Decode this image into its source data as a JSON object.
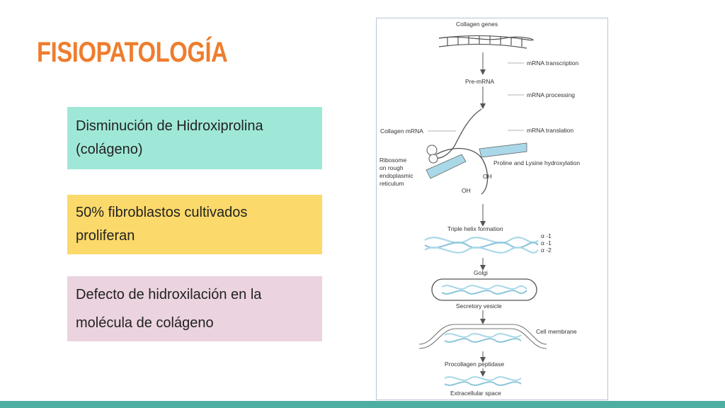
{
  "slide": {
    "title": "FISIOPATOLOGÍA",
    "title_color": "#ee7d2e",
    "bar_color": "#4faea2"
  },
  "cards": [
    {
      "line1": "Disminución de Hidroxiprolina",
      "line2": "(colágeno)",
      "color": "#9fe8d8"
    },
    {
      "line1": "50% fibroblastos cultivados",
      "line2": "proliferan",
      "color": "#fbd96a"
    },
    {
      "line1": "Defecto de hidroxilación en la",
      "line2": "molécula de colágeno",
      "color": "#ebd3df"
    }
  ],
  "diagram": {
    "labels": {
      "collagen_genes": "Collagen genes",
      "mrna_transcription": "mRNA transcription",
      "pre_mrna": "Pre-mRNA",
      "mrna_processing": "mRNA processing",
      "collagen_mrna": "Collagen mRNA",
      "mrna_translation": "mRNA translation",
      "ribosome_1": "Ribosome",
      "ribosome_2": "on rough",
      "ribosome_3": "endoplasmic",
      "ribosome_4": "reticulum",
      "hydroxylation": "Proline and Lysine hydroxylation",
      "oh_1": "OH",
      "oh_2": "OH",
      "triple_helix": "Triple helix formation",
      "alpha_1a": "α -1",
      "alpha_1b": "α -1",
      "alpha_2": "α -2",
      "golgi": "Golgi",
      "secretory_vesicle": "Secretory vesicle",
      "cell_membrane": "Cell membrane",
      "procollagen_peptidase": "Procollagen peptidase",
      "extracellular_space": "Extracellular space"
    },
    "helix_color": "#a9d8e8",
    "line_color": "#555555"
  }
}
